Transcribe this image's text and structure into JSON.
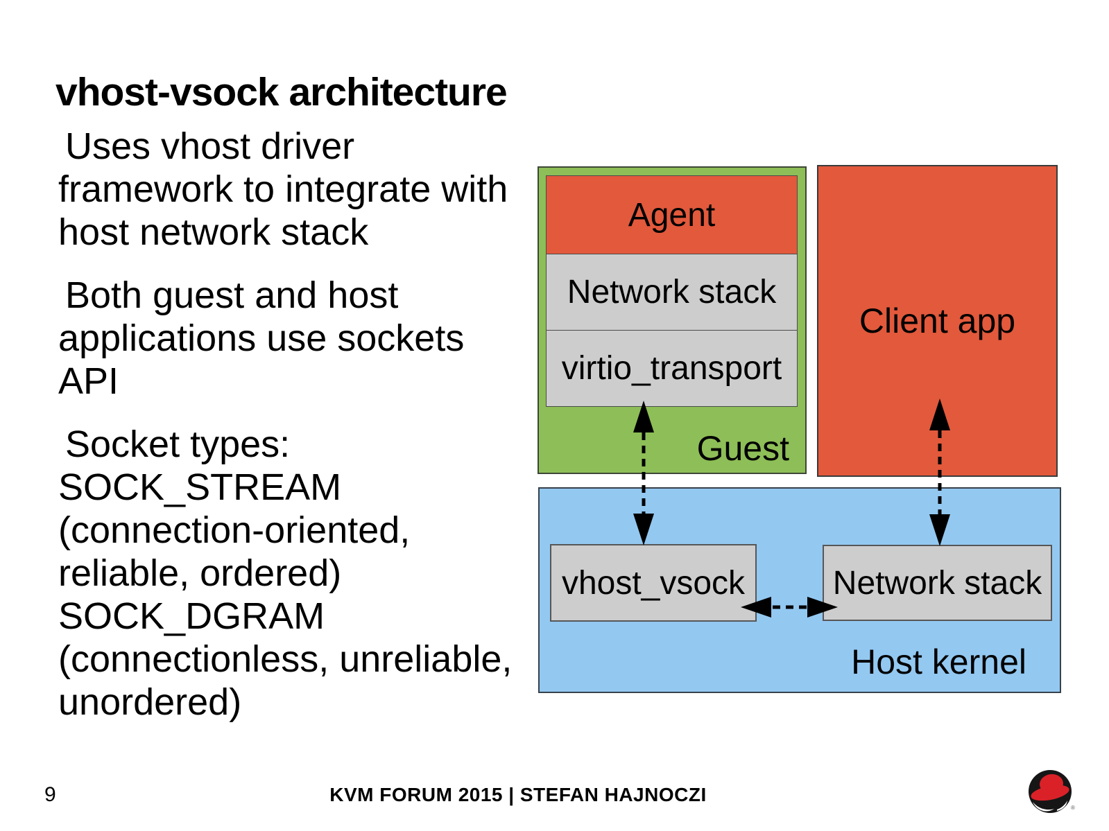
{
  "slide": {
    "title": "vhost-vsock architecture",
    "bullets": [
      {
        "text": "Uses vhost driver\nframework to integrate with\nhost network stack"
      },
      {
        "text": "Both guest and host\napplications use sockets\nAPI"
      },
      {
        "text": "Socket types:\nSOCK_STREAM\n(connection-oriented,\nreliable, ordered)\nSOCK_DGRAM\n(connectionless, unreliable,\nunordered)"
      }
    ]
  },
  "diagram": {
    "guest": {
      "label": "Guest",
      "layers": [
        {
          "label": "Agent"
        },
        {
          "label": "Network stack"
        },
        {
          "label": "virtio_transport"
        }
      ]
    },
    "client_app": {
      "label": "Client app"
    },
    "host_kernel": {
      "label": "Host kernel",
      "modules": [
        {
          "label": "vhost_vsock"
        },
        {
          "label": "Network stack"
        }
      ]
    }
  },
  "colors": {
    "guest_green": "#8EBE57",
    "app_orange": "#E2593C",
    "module_gray": "#CDCDCD",
    "host_blue": "#93C8F1",
    "arrow_black": "#000000",
    "logo_red": "#DB2128"
  },
  "footer": {
    "page_number": "9",
    "text": "KVM FORUM 2015 | STEFAN HAJNOCZI",
    "logo": "redhat-shadowman-logo"
  }
}
